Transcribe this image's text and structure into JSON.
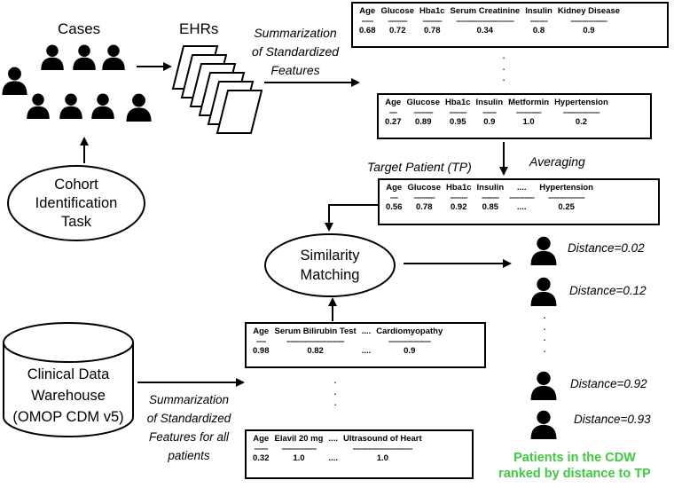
{
  "labels": {
    "cases": "Cases",
    "ehrs": "EHRs",
    "summarization_top": [
      "Summarization",
      "of Standardized",
      "Features"
    ],
    "cohort_task": [
      "Cohort",
      "Identification",
      "Task"
    ],
    "target_patient": "Target Patient (TP)",
    "averaging": "Averaging",
    "similarity": [
      "Similarity",
      "Matching"
    ],
    "cdw": [
      "Clinical Data",
      "Warehouse",
      "(OMOP CDM v5)"
    ],
    "summarization_bottom": [
      "Summarization",
      "of Standardized",
      "Features for all",
      "patients"
    ],
    "result": [
      "Patients in the CDW",
      "ranked by distance to TP"
    ]
  },
  "tables": {
    "ehr_case_1": {
      "headers": [
        "Age",
        "Glucose",
        "Hba1c",
        "Serum Creatinine",
        "Insulin",
        "Kidney Disease"
      ],
      "dashes": [
        "------",
        "----------",
        "----------",
        "------------------------------",
        "---------",
        "-------------------"
      ],
      "values": [
        "0.68",
        "0.72",
        "0.78",
        "0.34",
        "0.8",
        "0.9"
      ]
    },
    "ehr_case_n": {
      "headers": [
        "Age",
        "Glucose",
        "Hba1c",
        "Insulin",
        "Metformin",
        "Hypertension"
      ],
      "dashes": [
        "----",
        "----------",
        "---------",
        "-------",
        "-------------",
        "-------------------"
      ],
      "values": [
        "0.27",
        "0.89",
        "0.95",
        "0.9",
        "1.0",
        "0.2"
      ]
    },
    "target_patient": {
      "headers": [
        "Age",
        "Glucose",
        "Hba1c",
        "Insulin",
        "....",
        "Hypertension"
      ],
      "dashes": [
        "----",
        "-----------",
        "---------",
        "---------",
        "-------------",
        "-------------------"
      ],
      "values": [
        "0.56",
        "0.78",
        "0.92",
        "0.85",
        "....",
        "0.25"
      ]
    },
    "cdw_patient_1": {
      "headers": [
        "Age",
        "Serum Bilirubin Test",
        "....",
        "Cardiomyopathy"
      ],
      "dashes": [
        "-----",
        "------------------------------",
        "",
        "----------------------"
      ],
      "values": [
        "0.98",
        "0.82",
        "....",
        "0.9"
      ]
    },
    "cdw_patient_n": {
      "headers": [
        "Age",
        "Elavil 20 mg",
        "....",
        "Ultrasound of Heart"
      ],
      "dashes": [
        "-------",
        "------------------",
        "",
        "-------------------------------"
      ],
      "values": [
        "0.32",
        "1.0",
        "....",
        "1.0"
      ]
    }
  },
  "ranked_distances": [
    "Distance=0.02",
    "Distance=0.12",
    "Distance=0.92",
    "Distance=0.93"
  ],
  "ellipsis_dot": ".",
  "colors": {
    "result_text": "#3ec93e",
    "line": "#000000",
    "person": "#000000"
  }
}
